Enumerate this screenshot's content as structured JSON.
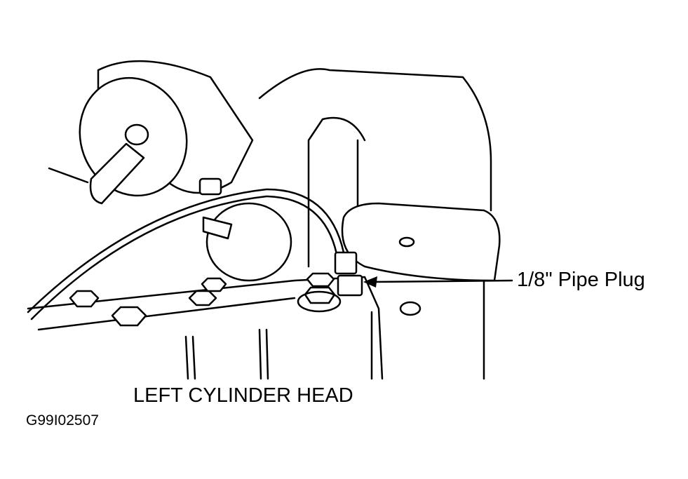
{
  "diagram": {
    "callout": "1/8\" Pipe Plug",
    "caption": "LEFT CYLINDER HEAD",
    "figure_code": "G99I02507"
  }
}
